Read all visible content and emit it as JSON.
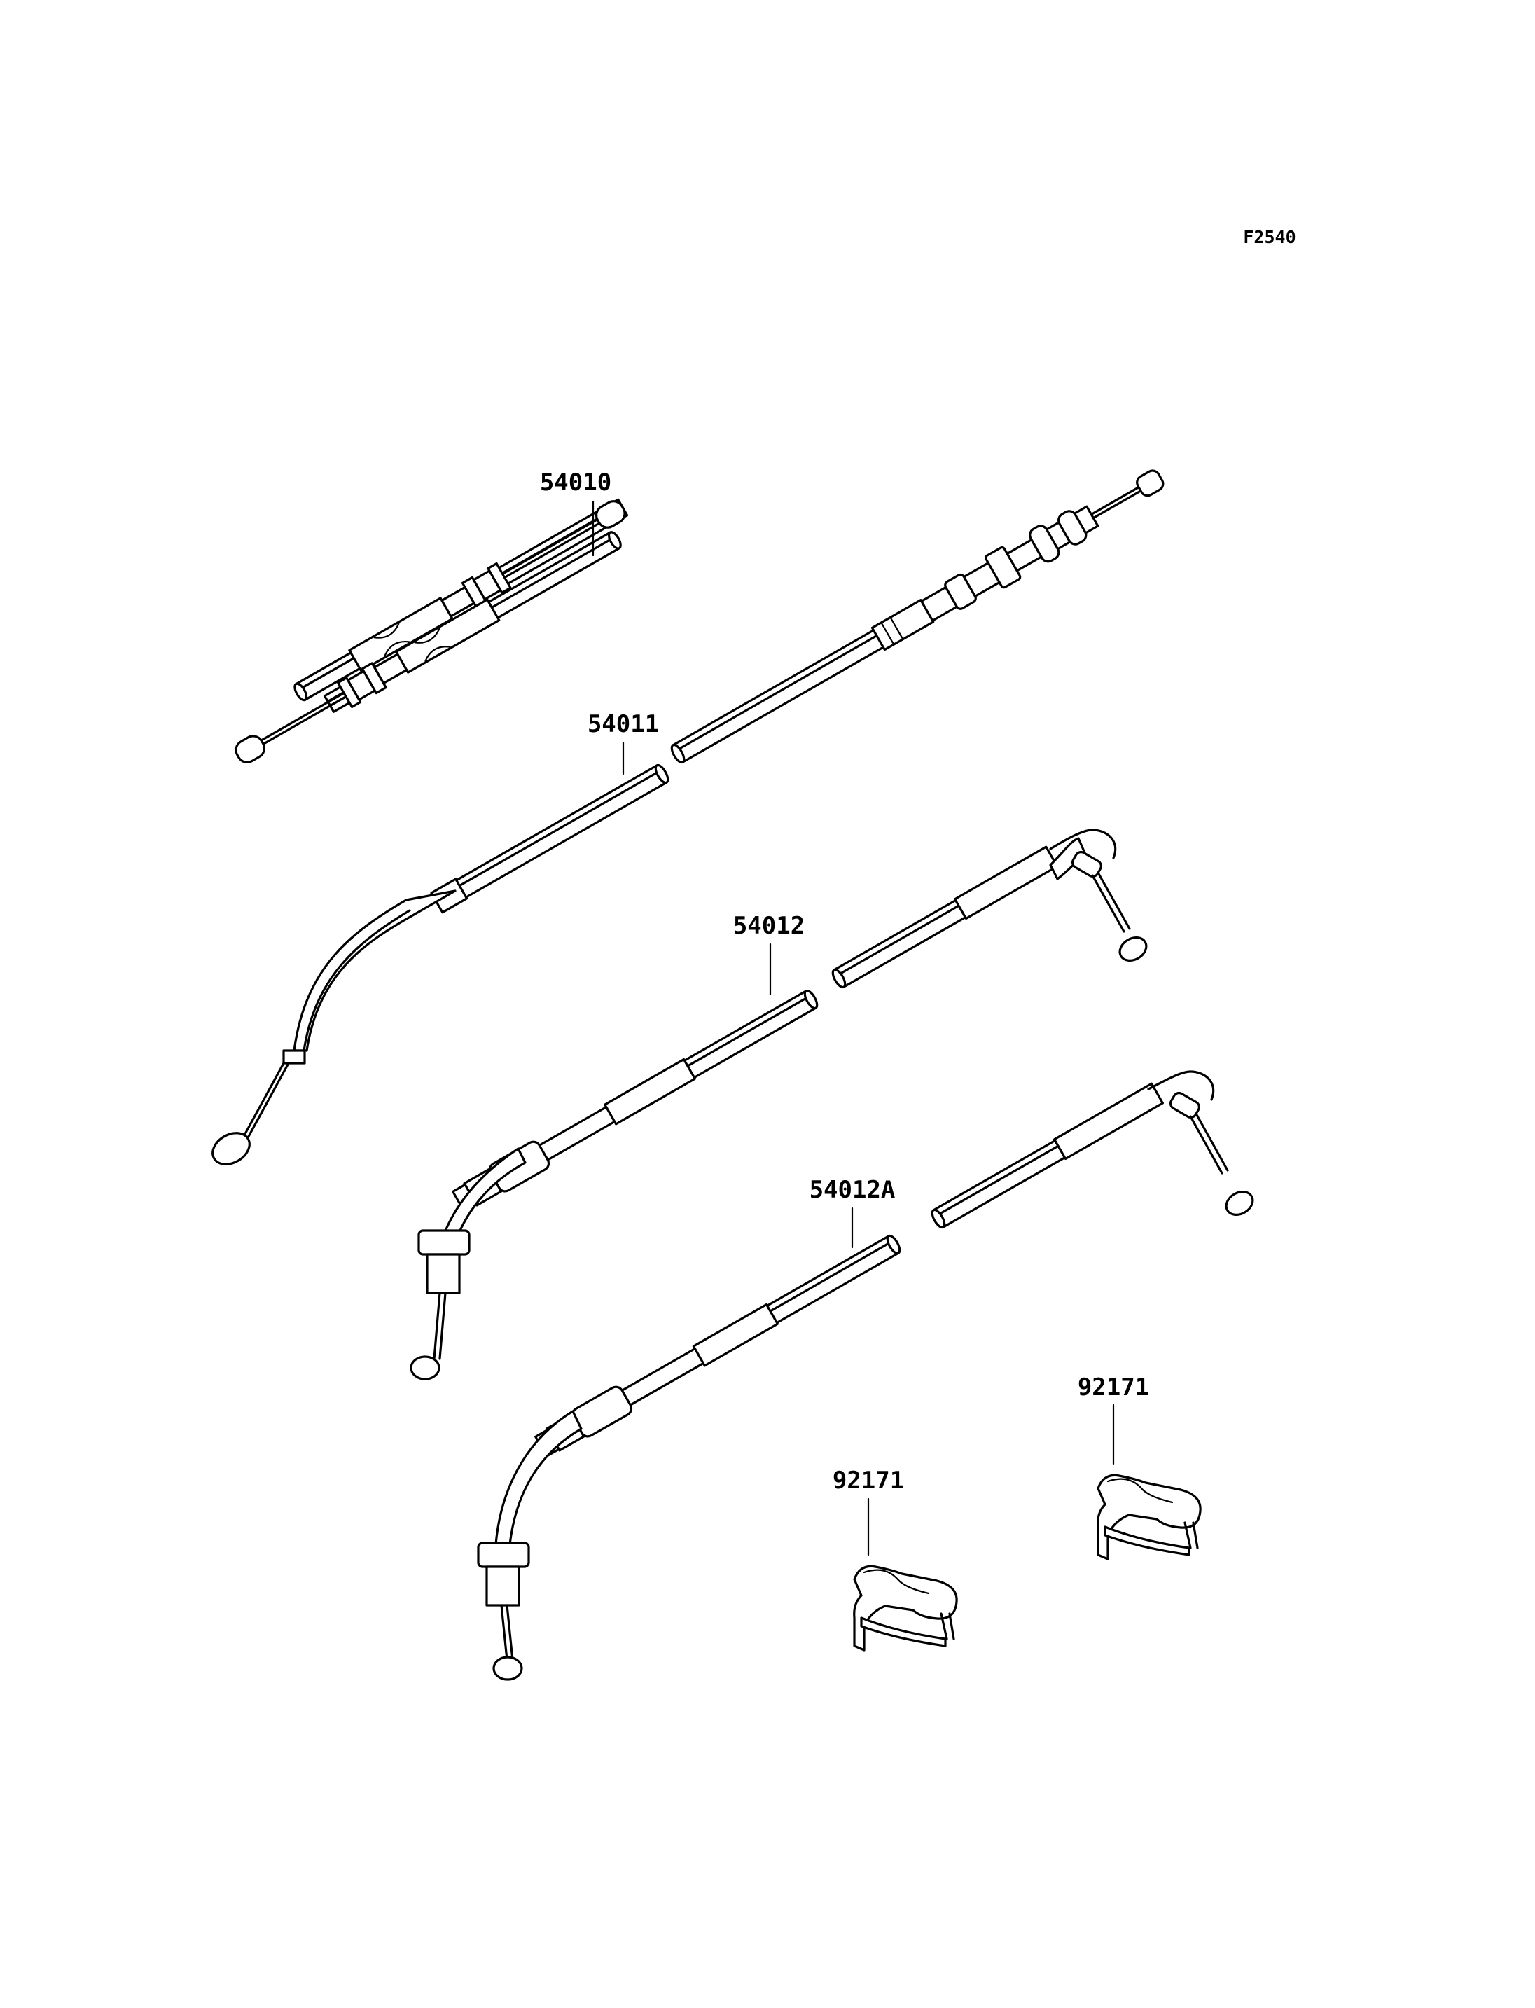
{
  "figure_id": "F2540",
  "callouts": [
    {
      "id": "clutch-cable",
      "part_number": "54010"
    },
    {
      "id": "choke-cable",
      "part_number": "54011"
    },
    {
      "id": "throttle-cable-open",
      "part_number": "54012"
    },
    {
      "id": "throttle-cable-close",
      "part_number": "54012A"
    },
    {
      "id": "clamp-right",
      "part_number": "92171"
    },
    {
      "id": "clamp-left",
      "part_number": "92171"
    }
  ]
}
